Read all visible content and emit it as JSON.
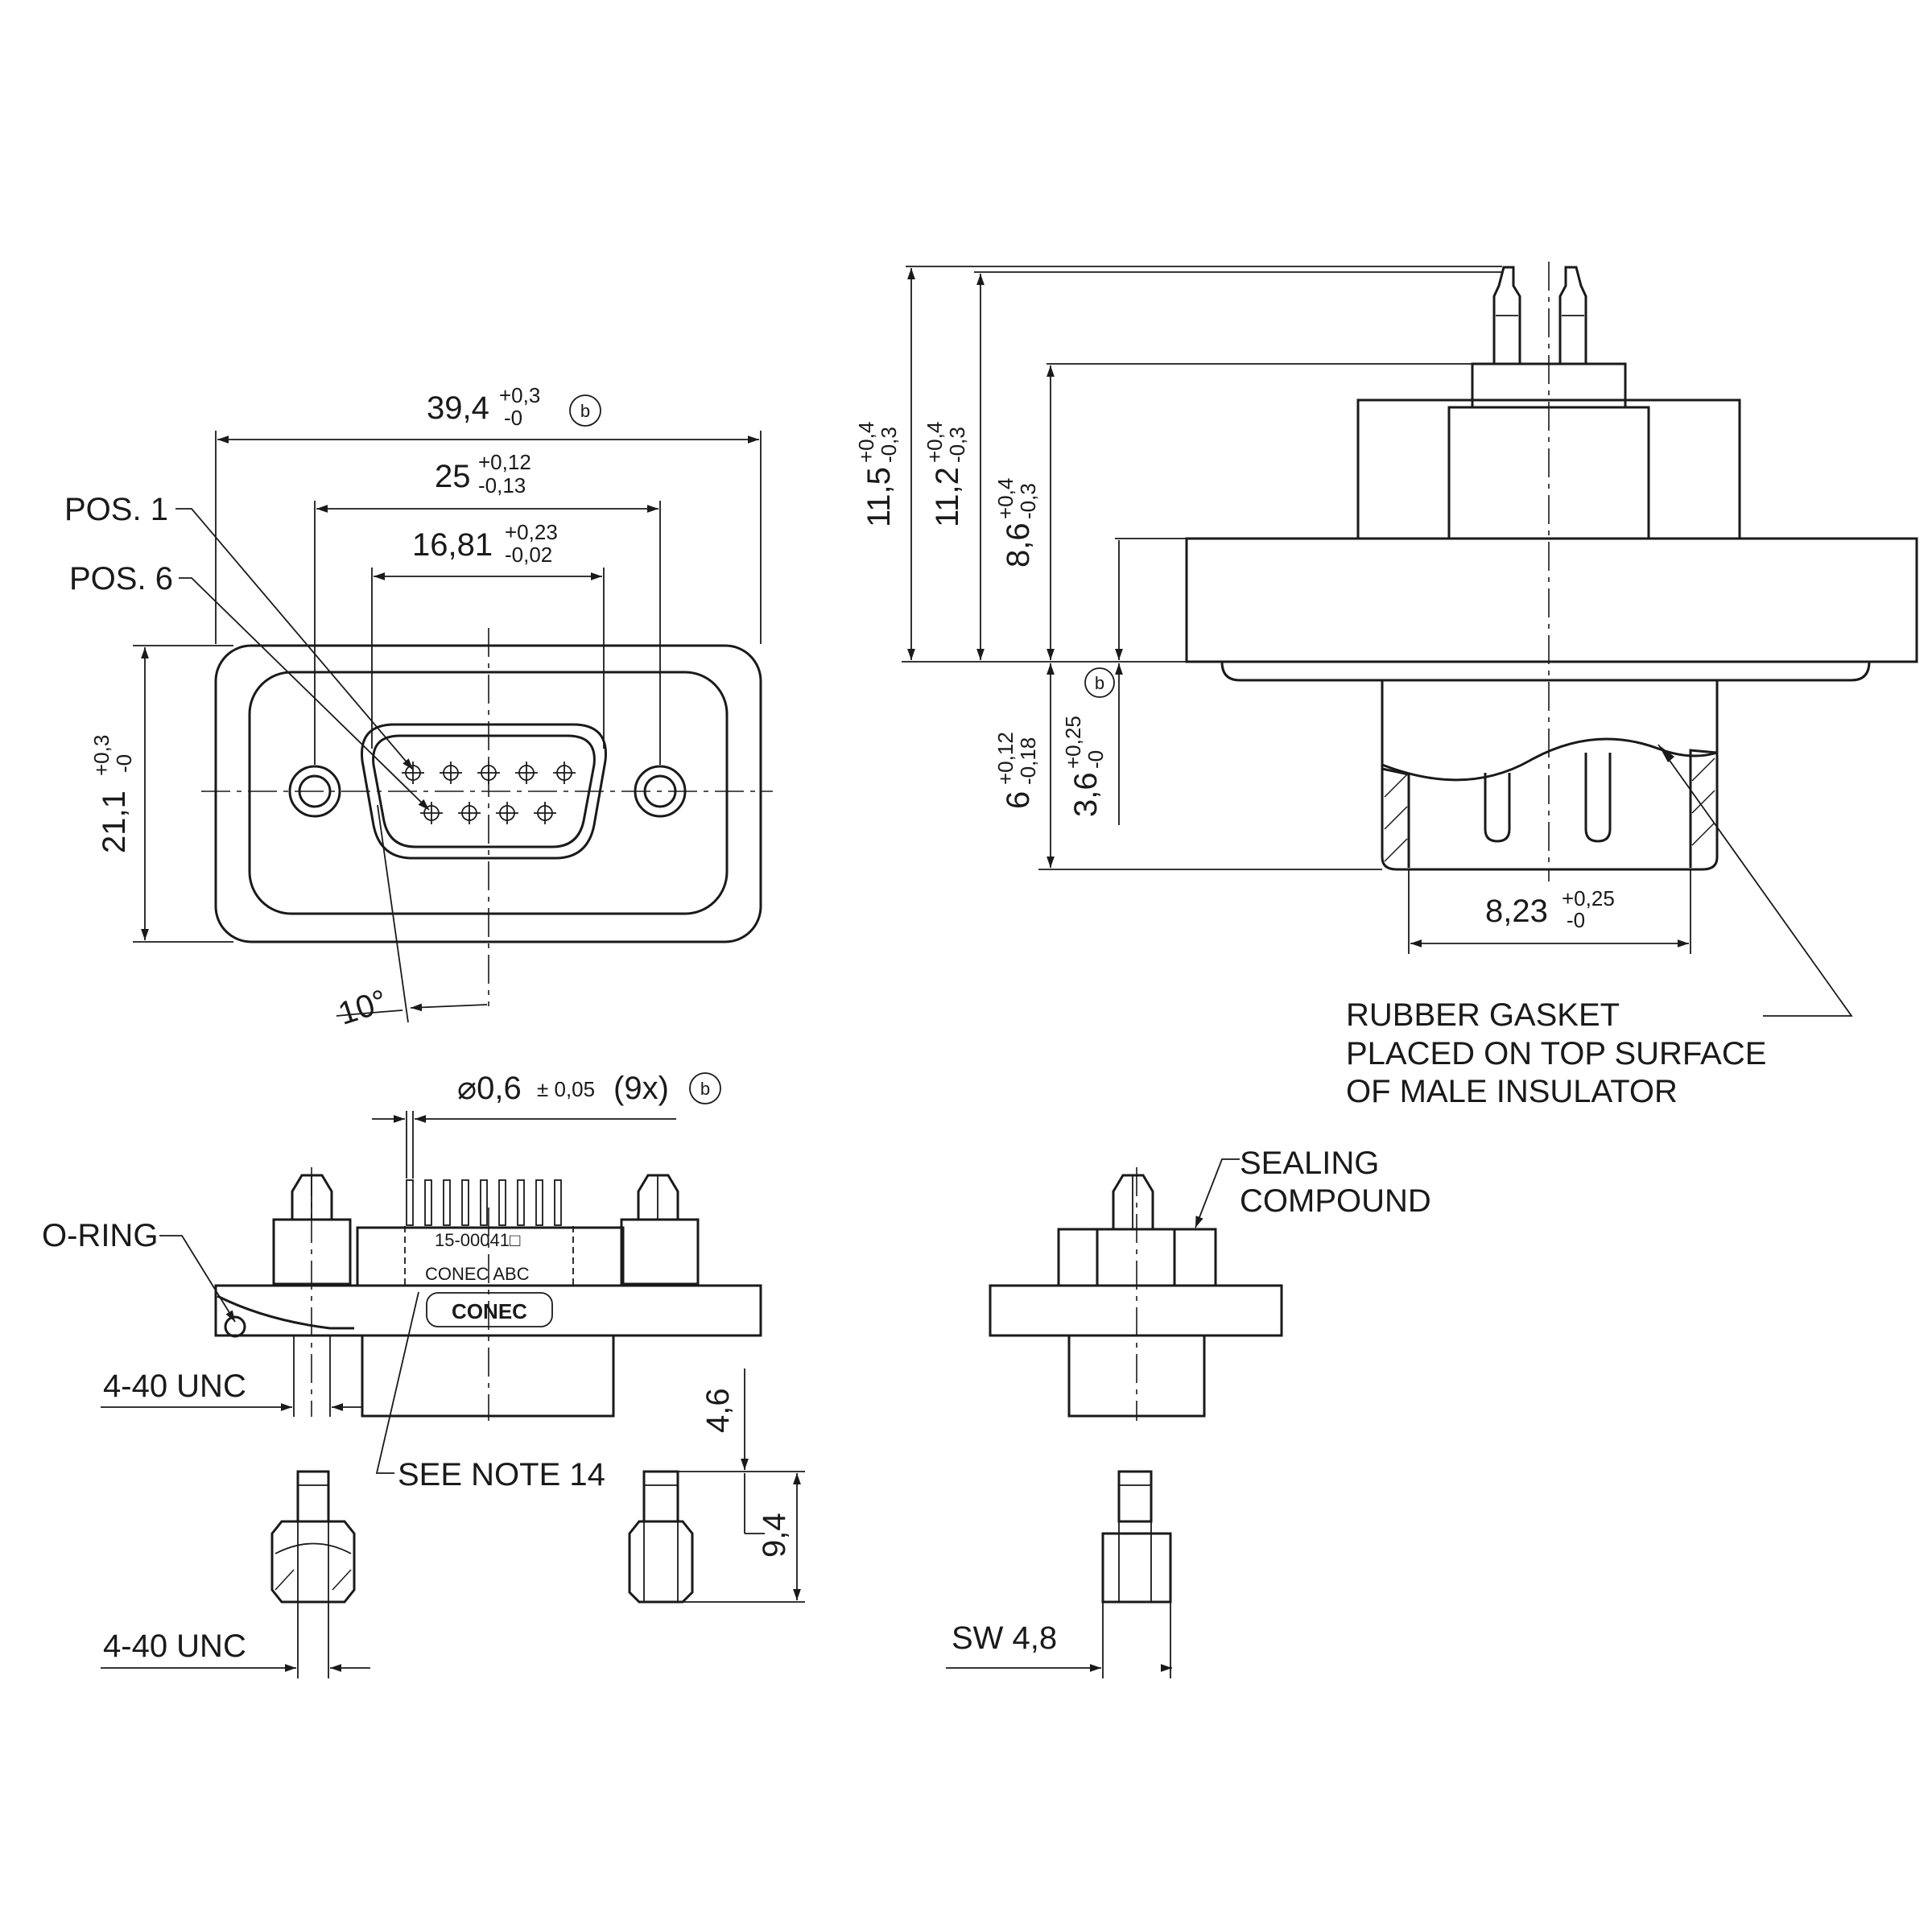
{
  "front_view": {
    "overall_width": {
      "value": "39,4",
      "tol_upper": "+0,3",
      "tol_lower": "-0",
      "ref": "b"
    },
    "mounting_hole_pitch": {
      "value": "25",
      "tol_upper": "+0,12",
      "tol_lower": "-0,13"
    },
    "shell_width": {
      "value": "16,81",
      "tol_upper": "+0,23",
      "tol_lower": "-0,02"
    },
    "overall_height": {
      "value": "21,1",
      "tol_upper": "+0,3",
      "tol_lower": "-0"
    },
    "pos1_label": "POS. 1",
    "pos6_label": "POS. 6",
    "angle_label": "10°"
  },
  "side_view": {
    "total_height": {
      "value": "11,5",
      "tol_upper": "+0,4",
      "tol_lower": "-0,3"
    },
    "height_2": {
      "value": "11,2",
      "tol_upper": "+0,4",
      "tol_lower": "-0,3"
    },
    "height_3": {
      "value": "8,6",
      "tol_upper": "+0,4",
      "tol_lower": "-0,3"
    },
    "insulator_depth": {
      "value": "6",
      "tol_upper": "+0,12",
      "tol_lower": "-0,18"
    },
    "gasket_depth": {
      "value": "3,6",
      "tol_upper": "+0,25",
      "tol_lower": "-0",
      "ref": "b"
    },
    "insulator_width": {
      "value": "8,23",
      "tol_upper": "+0,25",
      "tol_lower": "-0"
    },
    "gasket_note": [
      "RUBBER GASKET",
      "PLACED ON TOP SURFACE",
      "OF MALE INSULATOR"
    ]
  },
  "bottom_view": {
    "pin_diameter": {
      "value": "⌀0,6",
      "tol": "± 0,05",
      "count": "(9x)",
      "ref": "b"
    },
    "oring_label": "O-RING",
    "thread_label_top": "4-40 UNC",
    "thread_label_bottom": "4-40 UNC",
    "note_label": "SEE NOTE 14",
    "part_number": "15-00041□",
    "marking": "CONEC ABC",
    "logo": "CONEC",
    "dim_4_6": "4,6",
    "dim_9_4": "9,4"
  },
  "end_view": {
    "sealing_label": [
      "SEALING",
      "COMPOUND"
    ],
    "wrench_size": "SW 4,8"
  }
}
